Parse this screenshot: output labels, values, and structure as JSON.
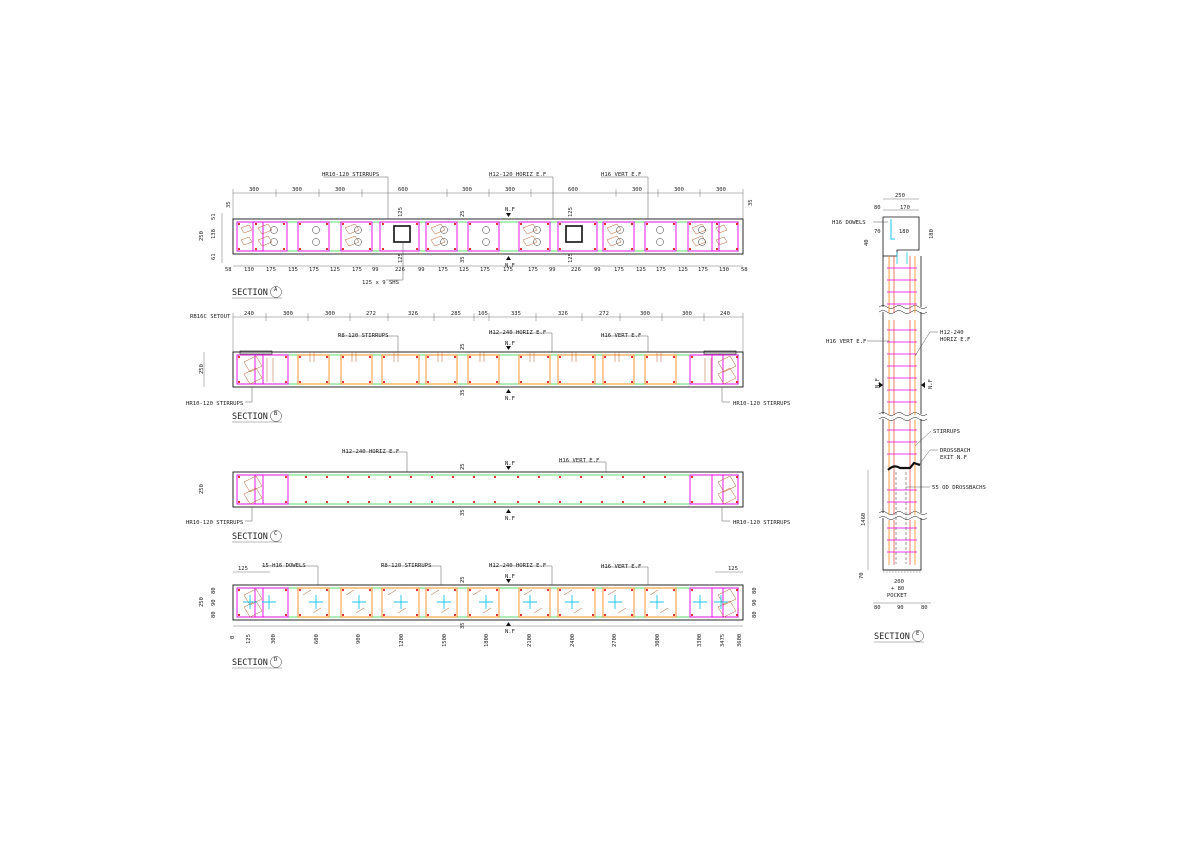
{
  "colors": {
    "outline": "#111111",
    "stirrup_magenta": "#e600e6",
    "stirrup_orange": "#ff8c1a",
    "horiz_green": "#2ecc40",
    "vert_bar_red": "#e02020",
    "dowel_cyan": "#19c6e6",
    "ties_brown": "#b85c2e"
  },
  "section_a": {
    "title": "SECTION",
    "marker": "A",
    "callouts": {
      "stirrups": "HR10-120 STIRRUPS",
      "horiz": "H12-120 HORIZ E.F",
      "vert": "H16 VERT E.F",
      "shs": "125 x 9 SHS"
    },
    "top_dims": [
      "300",
      "300",
      "300",
      "600",
      "300",
      "300",
      "600",
      "300",
      "300",
      "300"
    ],
    "bottom_dims": [
      "58",
      "130",
      "175",
      "135",
      "175",
      "125",
      "175",
      "99",
      "226",
      "99",
      "175",
      "125",
      "175",
      "175",
      "175",
      "99",
      "226",
      "99",
      "175",
      "125",
      "175",
      "125",
      "175",
      "130",
      "58"
    ],
    "left_dims": [
      "35",
      "51",
      "138",
      "61"
    ],
    "depth": "250",
    "right_dim": "35",
    "inner_dims": [
      "125",
      "125",
      "25",
      "35",
      "125",
      "125"
    ],
    "nf_top": "N.F",
    "nf_bottom": "N.F"
  },
  "section_b": {
    "title": "SECTION",
    "marker": "B",
    "setout": "RB16C SETOUT",
    "top_dims": [
      "240",
      "300",
      "300",
      "272",
      "326",
      "285",
      "105",
      "335",
      "326",
      "272",
      "300",
      "300",
      "240"
    ],
    "callouts": {
      "stirrups": "R8-120 STIRRUPS",
      "horiz": "H12-240 HORIZ E.F",
      "vert": "H16 VERT E.F",
      "end_left": "HR10-120 STIRRUPS",
      "end_right": "HR10-120 STIRRUPS"
    },
    "depth": "250",
    "inner_dims": [
      "25",
      "35"
    ],
    "nf_top": "N.F",
    "nf_bottom": "N.F"
  },
  "section_c": {
    "title": "SECTION",
    "marker": "C",
    "callouts": {
      "horiz": "H12-240 HORIZ E.F",
      "vert": "H16 VERT E.F",
      "end_left": "HR10-120 STIRRUPS",
      "end_right": "HR10-120 STIRRUPS"
    },
    "depth": "250",
    "inner_dims": [
      "25",
      "35"
    ],
    "nf_top": "N.F",
    "nf_bottom": "N.F"
  },
  "section_d": {
    "title": "SECTION",
    "marker": "D",
    "callouts": {
      "dowels": "15-H16 DOWELS",
      "stirrups": "R8-120 STIRRUPS",
      "horiz": "H12-240 HORIZ E.F",
      "vert": "H16 VERT E.F"
    },
    "top_left_dim": "125",
    "top_right_dim": "125",
    "left_dims": [
      "80",
      "90",
      "80"
    ],
    "right_dims": [
      "80",
      "90",
      "80"
    ],
    "depth": "250",
    "inner_dims": [
      "25",
      "35"
    ],
    "chainage": [
      "0",
      "125",
      "300",
      "600",
      "900",
      "1200",
      "1500",
      "1800",
      "2100",
      "2400",
      "2700",
      "3000",
      "3300",
      "3475",
      "3600"
    ],
    "nf_top": "N.F",
    "nf_bottom": "N.F"
  },
  "section_e": {
    "title": "SECTION",
    "marker": "E",
    "top_dims": {
      "overall": "250",
      "left": "80",
      "right": "170",
      "inner_left": "70",
      "inner_right": "180",
      "side": "180",
      "small": "40"
    },
    "callouts": {
      "dowels": "H16 DOWELS",
      "vert": "H16 VERT E.F",
      "horiz_1": "H12-240",
      "horiz_2": "HORIZ E.F",
      "stirrups": "STIRRUPS",
      "drossbach_1": "DROSSBACH",
      "drossbach_2": "EXIT N.F",
      "drossbachs": "55 OD DROSSBACHS"
    },
    "nf_left": "N.F",
    "nf_right": "N.F",
    "height": "1460",
    "bottom_small": "70",
    "pocket_dims": {
      "width": "200",
      "depth": "+ 80",
      "label": "POCKET"
    },
    "bottom_dims": [
      "80",
      "90",
      "80"
    ]
  }
}
